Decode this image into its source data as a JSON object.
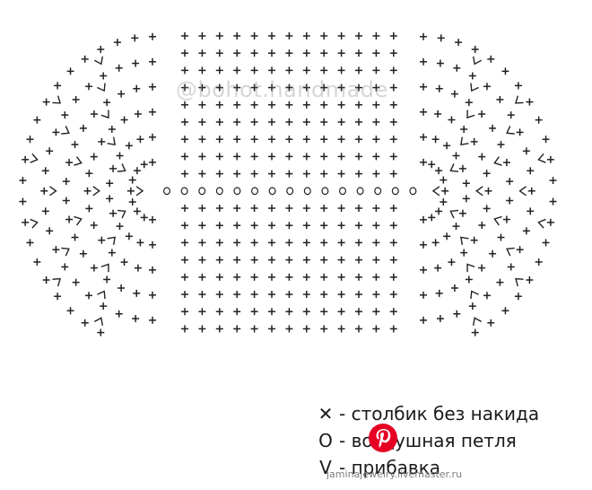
{
  "diagram": {
    "colors": {
      "stitch": "#222222",
      "background": "#ffffff",
      "pin_red": "#e60023"
    },
    "center": {
      "columns": 13,
      "rows": 18,
      "chain_row": 9,
      "sc_symbol": "+",
      "chain_symbol": "o"
    },
    "ends": {
      "rounds": 6,
      "stitch_symbol": "+",
      "increase_symbol": "v"
    }
  },
  "watermarks": {
    "top": "@bohot.handmade",
    "bottom": "jaminajewelry.livemaster.ru",
    "logo": "pin-logo"
  },
  "legend": {
    "items": [
      {
        "symbol": "✕",
        "label": "- столбик без накида"
      },
      {
        "symbol": "O",
        "label": "- воздушная петля"
      },
      {
        "symbol": "V",
        "label": "- прибавка"
      }
    ]
  }
}
